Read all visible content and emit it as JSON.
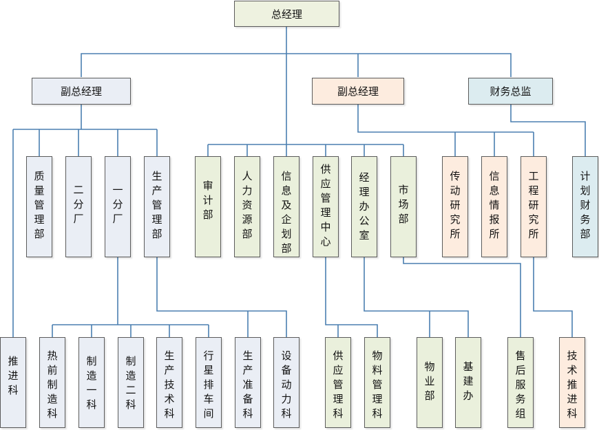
{
  "colors": {
    "line": "#4a7fb0",
    "border": "#5a5a5a",
    "top": "#eef2e0",
    "blue_grey": "#eaeef5",
    "green": "#eaf0dc",
    "peach": "#fdecdf",
    "cyan": "#dcecf0"
  },
  "nodes": {
    "gm": "总经理",
    "vp1": "副总经理",
    "vp2": "副总经理",
    "cfo": "财务总监",
    "quality": "质量管理部",
    "factory2": "二分厂",
    "factory1": "一分厂",
    "production": "生产管理部",
    "audit": "审计部",
    "hr": "人力资源部",
    "info_plan": "信息及企划部",
    "supply_center": "供应管理中心",
    "manager_office": "经理办公室",
    "market": "市场部",
    "transmission": "传动研究所",
    "info_intel": "信息情报所",
    "engineering": "工程研究所",
    "planning_finance": "计划财务部",
    "propulsion": "推进科",
    "heat_front": "热前制造科",
    "mfg1": "制造一科",
    "mfg2": "制造二科",
    "prod_tech": "生产技术科",
    "planetary": "行星排车间",
    "prod_prep": "生产准备科",
    "equip_power": "设备动力科",
    "supply_mgmt": "供应管理科",
    "material_mgmt": "物料管理科",
    "property": "物业部",
    "construction": "基建办",
    "after_sales": "售后服务组",
    "tech_promo": "技术推进科"
  }
}
